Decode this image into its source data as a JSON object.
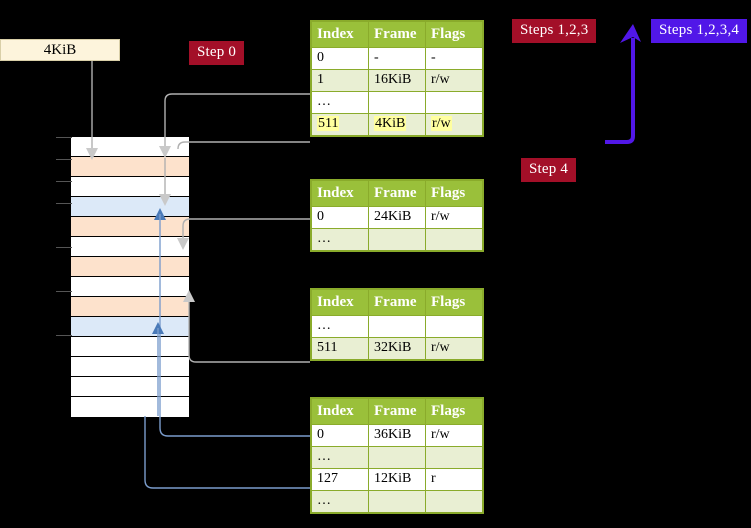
{
  "labels": {
    "memory_box": "4KiB",
    "step0": "Step 0",
    "step4": "Step 4",
    "steps123": "Steps 1,2,3",
    "steps1234": "Steps 1,2,3,4"
  },
  "colors": {
    "badge_red": "#a30f28",
    "badge_blue": "#5117e8",
    "table_header": "#9ac03a",
    "table_alt_row": "#e9efd3",
    "highlight": "#ffff9e",
    "mem_peach": "#fde2cc",
    "mem_blue": "#dce9f8",
    "memory_box": "#fdf4dc",
    "connector_gray": "#b0b0b0",
    "connector_blue": "#7a9ccc"
  },
  "tables": [
    {
      "id": "pml4",
      "headers": [
        "Index",
        "Frame",
        "Flags"
      ],
      "rows": [
        {
          "index": "0",
          "frame": "-",
          "flags": "-",
          "alt": false,
          "highlight": false
        },
        {
          "index": "1",
          "frame": "16KiB",
          "flags": "r/w",
          "alt": true,
          "highlight": false
        },
        {
          "index": "…",
          "frame": "",
          "flags": "",
          "alt": false,
          "highlight": false
        },
        {
          "index": "511",
          "frame": "4KiB",
          "flags": "r/w",
          "alt": true,
          "highlight": true
        }
      ]
    },
    {
      "id": "pdpt",
      "headers": [
        "Index",
        "Frame",
        "Flags"
      ],
      "rows": [
        {
          "index": "0",
          "frame": "24KiB",
          "flags": "r/w",
          "alt": false,
          "highlight": false
        },
        {
          "index": "…",
          "frame": "",
          "flags": "",
          "alt": true,
          "highlight": false
        }
      ]
    },
    {
      "id": "pd",
      "headers": [
        "Index",
        "Frame",
        "Flags"
      ],
      "rows": [
        {
          "index": "…",
          "frame": "",
          "flags": "",
          "alt": false,
          "highlight": false
        },
        {
          "index": "511",
          "frame": "32KiB",
          "flags": "r/w",
          "alt": true,
          "highlight": false
        }
      ]
    },
    {
      "id": "pt",
      "headers": [
        "Index",
        "Frame",
        "Flags"
      ],
      "rows": [
        {
          "index": "0",
          "frame": "36KiB",
          "flags": "r/w",
          "alt": false,
          "highlight": false
        },
        {
          "index": "…",
          "frame": "",
          "flags": "",
          "alt": true,
          "highlight": false
        },
        {
          "index": "127",
          "frame": "12KiB",
          "flags": "r",
          "alt": false,
          "highlight": false
        },
        {
          "index": "…",
          "frame": "",
          "flags": "",
          "alt": true,
          "highlight": false
        }
      ]
    }
  ],
  "memory_rows": [
    {
      "fill": "white"
    },
    {
      "fill": "peach"
    },
    {
      "fill": "white"
    },
    {
      "fill": "blue"
    },
    {
      "fill": "peach"
    },
    {
      "fill": "white"
    },
    {
      "fill": "peach"
    },
    {
      "fill": "white"
    },
    {
      "fill": "peach"
    },
    {
      "fill": "blue"
    },
    {
      "fill": "white"
    },
    {
      "fill": "white"
    },
    {
      "fill": "white"
    },
    {
      "fill": "white"
    }
  ]
}
